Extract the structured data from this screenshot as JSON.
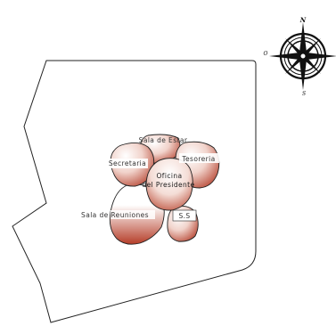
{
  "compass": {
    "north_label": "N",
    "south_label": "S",
    "west_label": "O",
    "icon": "compass-rose-icon"
  },
  "rooms": [
    {
      "id": "sala-de-estar",
      "label": "Sala de Estar"
    },
    {
      "id": "secretaria",
      "label": "Secretaria"
    },
    {
      "id": "tesoreria",
      "label": "Tesoreria"
    },
    {
      "id": "oficina-presidente",
      "label_line1": "Oficina",
      "label_line2": "del Presidente"
    },
    {
      "id": "sala-de-reuniones",
      "label": "Sala de Reuniones"
    },
    {
      "id": "ss",
      "label": "S.S"
    }
  ],
  "colors": {
    "room_fill_dark": "#b5412d",
    "room_fill_light": "#ffffff",
    "outline": "#222222"
  }
}
